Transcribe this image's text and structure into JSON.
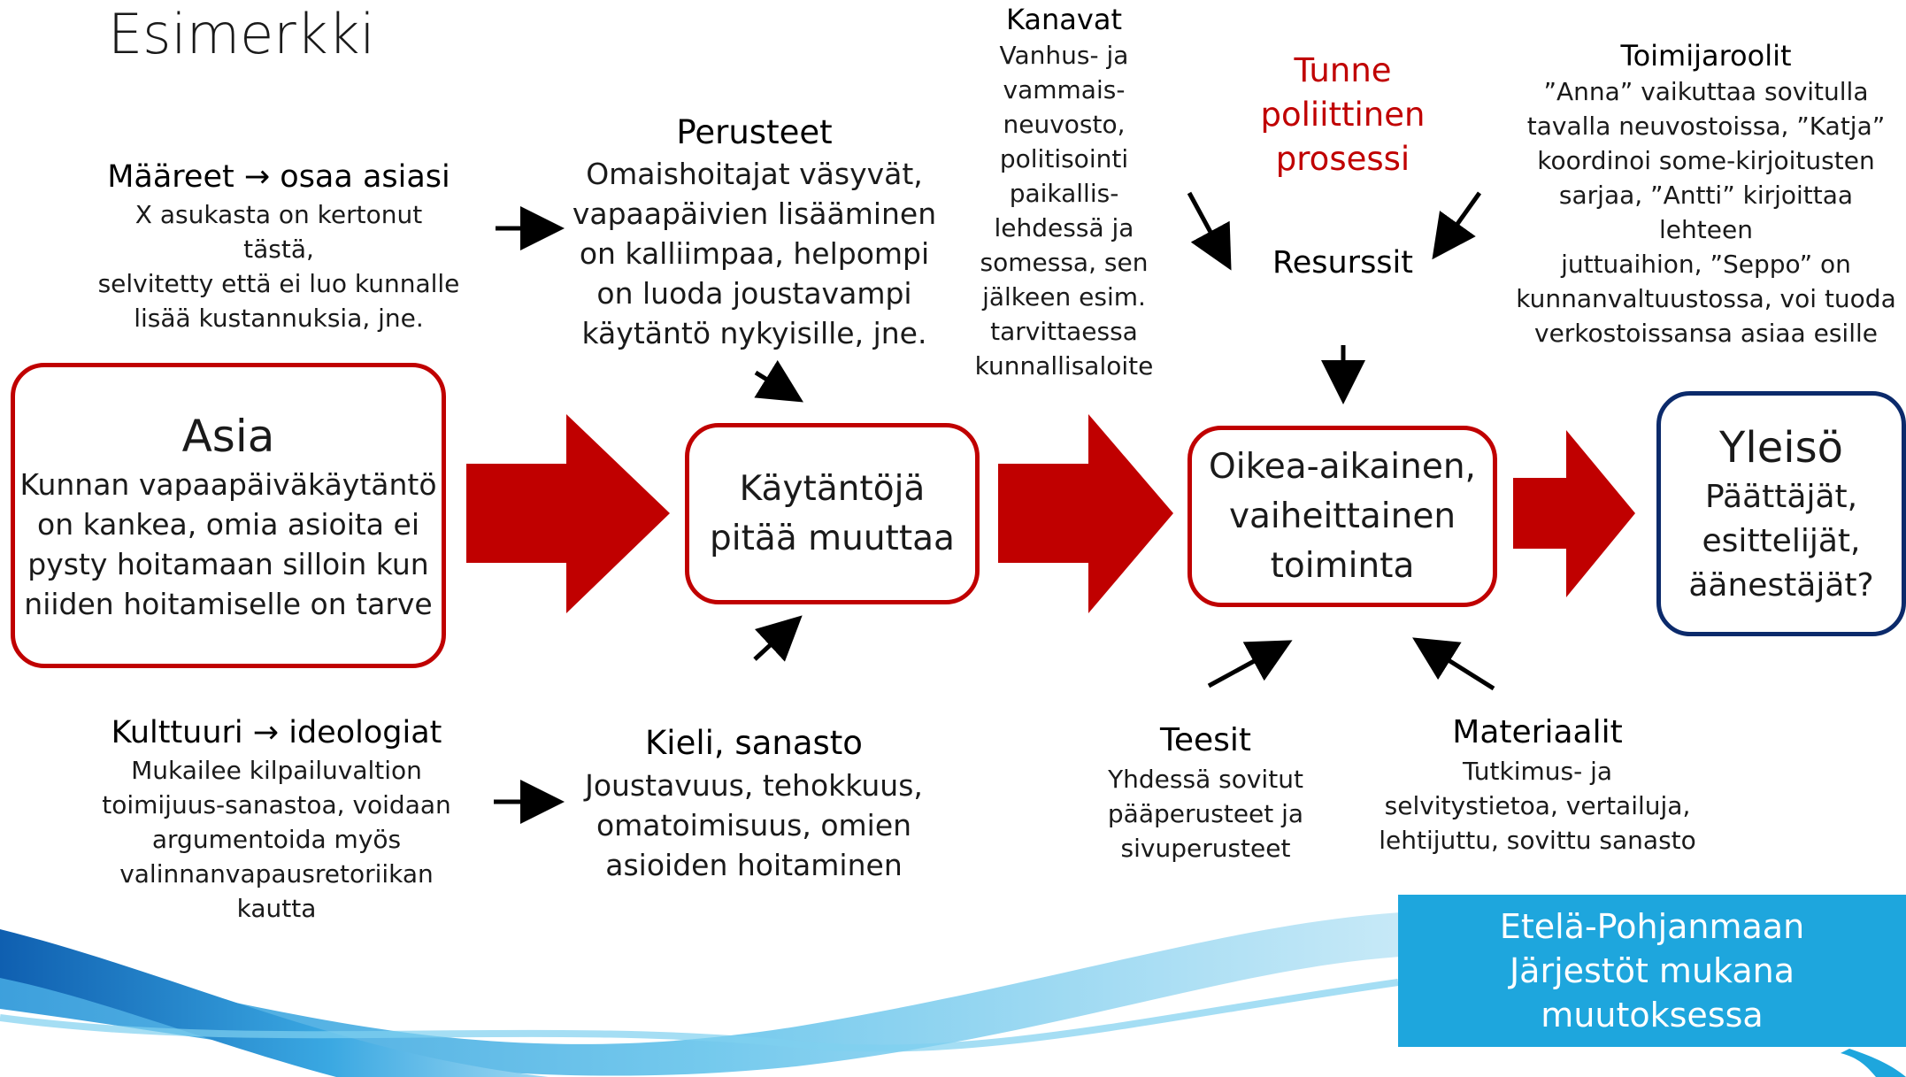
{
  "title": "Esimerkki",
  "maareet": {
    "heading": "Määreet → osaa asiasi",
    "lines": [
      "X asukasta on kertonut tästä,",
      "selvitetty että ei luo kunnalle",
      "lisää kustannuksia, jne."
    ]
  },
  "perusteet": {
    "heading": "Perusteet",
    "lines": [
      "Omaishoitajat väsyvät,",
      "vapaapäivien lisääminen",
      "on kalliimpaa, helpompi",
      "on luoda joustavampi",
      "käytäntö nykyisille, jne."
    ]
  },
  "kanavat": {
    "heading": "Kanavat",
    "lines": [
      "Vanhus- ja",
      "vammais-",
      "neuvosto,",
      "politisointi",
      "paikallis-",
      "lehdessä ja",
      "somessa, sen",
      "jälkeen esim.",
      "tarvittaessa",
      "kunnallisaloite"
    ]
  },
  "tunne": {
    "lines": [
      "Tunne",
      "poliittinen",
      "prosessi"
    ]
  },
  "resurssit": {
    "heading": "Resurssit"
  },
  "toimijaroolit": {
    "heading": "Toimijaroolit",
    "lines": [
      "”Anna” vaikuttaa sovitulla",
      "tavalla neuvostoissa, ”Katja”",
      "koordinoi some-kirjoitusten",
      "sarjaa, ”Antti” kirjoittaa lehteen",
      "juttuaihion, ”Seppo” on",
      "kunnanvaltuustossa, voi tuoda",
      "verkostoissansa asiaa esille"
    ]
  },
  "asia": {
    "title": "Asia",
    "lines": [
      "Kunnan vapaapäiväkäytäntö",
      "on kankea, omia asioita ei",
      "pysty hoitamaan silloin kun",
      "niiden hoitamiselle on tarve"
    ]
  },
  "kaytantoja": {
    "lines": [
      "Käytäntöjä",
      "pitää muuttaa"
    ]
  },
  "oikea": {
    "lines": [
      "Oikea-aikainen,",
      "vaiheittainen",
      "toiminta"
    ]
  },
  "yleiso": {
    "title": "Yleisö",
    "lines": [
      "Päättäjät,",
      "esittelijät,",
      "äänestäjät?"
    ]
  },
  "kulttuuri": {
    "heading": "Kulttuuri → ideologiat",
    "lines": [
      "Mukailee kilpailuvaltion",
      "toimijuus-sanastoa, voidaan",
      "argumentoida myös",
      "valinnanvapausretoriikan kautta"
    ]
  },
  "kieli": {
    "heading": "Kieli, sanasto",
    "lines": [
      "Joustavuus, tehokkuus,",
      "omatoimisuus, omien",
      "asioiden hoitaminen"
    ]
  },
  "teesit": {
    "heading": "Teesit",
    "lines": [
      "Yhdessä sovitut",
      "pääperusteet ja",
      "sivuperusteet"
    ]
  },
  "materiaalit": {
    "heading": "Materiaalit",
    "lines": [
      "Tutkimus- ja",
      "selvitystietoa, vertailuja,",
      "lehtijuttu, sovittu sanasto"
    ]
  },
  "logo": {
    "lines": [
      "Etelä-Pohjanmaan",
      "Järjestöt mukana muutoksessa"
    ]
  },
  "colors": {
    "accent_red": "#c00000",
    "arrow_red": "#c00000",
    "navy": "#0b2a6b",
    "logo_blue": "#1ea6dd"
  }
}
